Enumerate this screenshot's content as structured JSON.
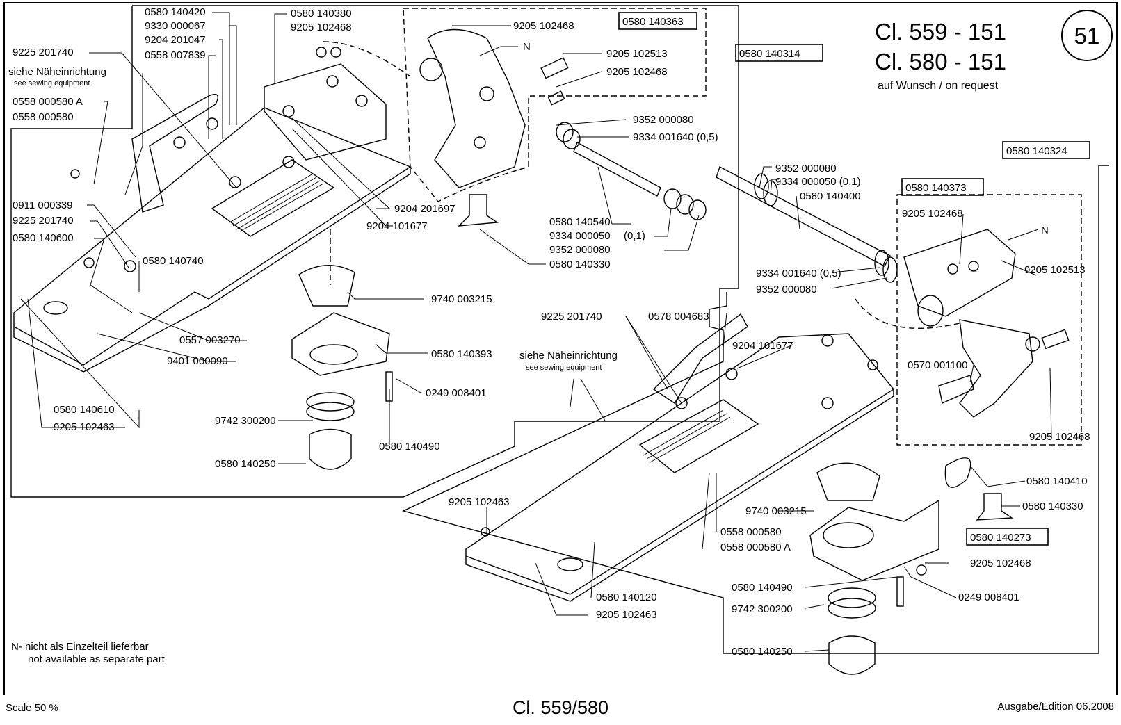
{
  "header": {
    "title_1": "Cl. 559 - 151",
    "title_2": "Cl. 580 - 151",
    "subtitle": "auf Wunsch / on request",
    "page_number": "51"
  },
  "footer": {
    "scale": "Scale 50 %",
    "title": "Cl. 559/580",
    "edition": "Ausgabe/Edition 06.2008"
  },
  "note": {
    "line1": "N- nicht als Einzelteil lieferbar",
    "line2": "not available as separate part"
  },
  "boxed_parts": {
    "p363": "0580 140363",
    "p314": "0580 140314",
    "p324": "0580 140324",
    "p373": "0580 140373",
    "p273": "0580 140273"
  },
  "labels_left": {
    "l01": "0580 140420",
    "l02": "9330 000067",
    "l03": "9204 201047",
    "l04": "0558 007839",
    "l05": "0580 140380",
    "l06": "9205 102468",
    "l07": "9225 201740",
    "l08": "siehe Näheinrichtung",
    "l09": "see sewing equipment",
    "l10": "0558 000580 A",
    "l11": "0558 000580",
    "l12": "0911 000339",
    "l13": "9225 201740",
    "l14": "0580 140600",
    "l15": "0580 140740",
    "l16": "0557 003270",
    "l17": "9401 000090",
    "l18": "0580 140610",
    "l19": "9205 102463",
    "l20": "9204 201697",
    "l21": "9204 101677",
    "l22": "9740 003215",
    "l23": "0580 140393",
    "l24": "0249 008401",
    "l25": "9742 300200",
    "l26": "0580 140250",
    "l27": "0580 140490"
  },
  "labels_upper": {
    "u01": "9205 102468",
    "u02": "N",
    "u03": "9205 102513",
    "u04": "9205 102468",
    "u05": "9352 000080",
    "u06": "9334 001640 (0,5)",
    "u07": "0580 140540",
    "u08": "9334 000050",
    "u09": "(0,1)",
    "u10": "9352 000080",
    "u11": "0580 140330"
  },
  "labels_right": {
    "r01": "9352 000080",
    "r02": "9334 000050 (0,1)",
    "r03": "0580 140400",
    "r04": "9205 102468",
    "r05": "N",
    "r06": "9205 102513",
    "r07": "9334 001640 (0,5)",
    "r08": "9352 000080",
    "r09": "0570 001100",
    "r10": "9205 102468",
    "r11": "0580 140410",
    "r12": "0580 140330",
    "r13": "9205 102468",
    "r14": "0249 008401",
    "r15": "9225 201740",
    "r16": "0578 004683",
    "r17": "9204 101677",
    "r18": "siehe Näheinrichtung",
    "r19": "see sewing equipment",
    "r20": "9205 102463",
    "r21": "9740 003215",
    "r22": "0558 000580",
    "r23": "0558 000580 A",
    "r24": "0580 140490",
    "r25": "9742 300200",
    "r26": "0580 140250",
    "r27": "0580 140120",
    "r28": "9205 102463"
  }
}
